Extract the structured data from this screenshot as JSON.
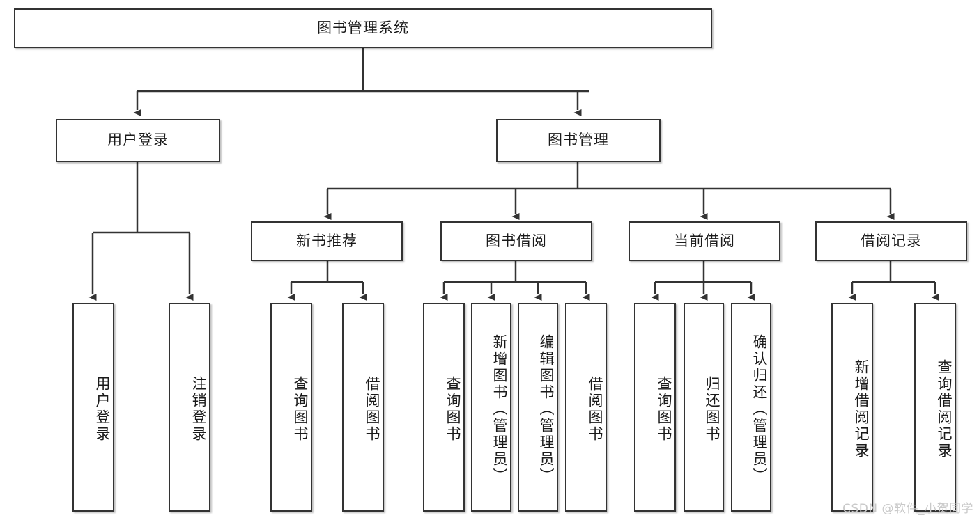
{
  "diagram": {
    "type": "tree",
    "title": "图书管理系统",
    "root": {
      "id": "root",
      "label": "图书管理系统",
      "orientation": "horizontal"
    },
    "level1": [
      {
        "id": "user-login",
        "label": "用户登录",
        "orientation": "horizontal"
      },
      {
        "id": "book-manage",
        "label": "图书管理",
        "orientation": "horizontal"
      }
    ],
    "level2": [
      {
        "id": "new-book-rec",
        "label": "新书推荐",
        "orientation": "horizontal",
        "parent": "book-manage"
      },
      {
        "id": "book-borrow",
        "label": "图书借阅",
        "orientation": "horizontal",
        "parent": "book-manage"
      },
      {
        "id": "current-borrow",
        "label": "当前借阅",
        "orientation": "horizontal",
        "parent": "book-manage"
      },
      {
        "id": "borrow-record",
        "label": "借阅记录",
        "orientation": "horizontal",
        "parent": "book-manage"
      }
    ],
    "leaves": [
      {
        "id": "leaf-user-login",
        "label": "用户登录",
        "parent": "user-login"
      },
      {
        "id": "leaf-logout",
        "label": "注销登录",
        "parent": "user-login"
      },
      {
        "id": "leaf-query-book-1",
        "label": "查询图书",
        "parent": "new-book-rec"
      },
      {
        "id": "leaf-borrow-book-1",
        "label": "借阅图书",
        "parent": "new-book-rec"
      },
      {
        "id": "leaf-query-book-2",
        "label": "查询图书",
        "parent": "book-borrow"
      },
      {
        "id": "leaf-add-book",
        "label": "新增图书（管理员）",
        "parent": "book-borrow"
      },
      {
        "id": "leaf-edit-book",
        "label": "编辑图书（管理员）",
        "parent": "book-borrow"
      },
      {
        "id": "leaf-borrow-book-2",
        "label": "借阅图书",
        "parent": "book-borrow"
      },
      {
        "id": "leaf-query-book-3",
        "label": "查询图书",
        "parent": "current-borrow"
      },
      {
        "id": "leaf-return-book",
        "label": "归还图书",
        "parent": "current-borrow"
      },
      {
        "id": "leaf-confirm-return",
        "label": "确认归还（管理员）",
        "parent": "current-borrow"
      },
      {
        "id": "leaf-add-record",
        "label": "新增借阅记录",
        "parent": "borrow-record"
      },
      {
        "id": "leaf-query-record",
        "label": "查询借阅记录",
        "parent": "borrow-record"
      }
    ]
  },
  "watermark": {
    "text": "CSDN @软件_小贺同学"
  },
  "colors": {
    "border": "#333333",
    "background": "#ffffff",
    "text": "#1a1a1a",
    "watermark": "#c9c9c9"
  }
}
